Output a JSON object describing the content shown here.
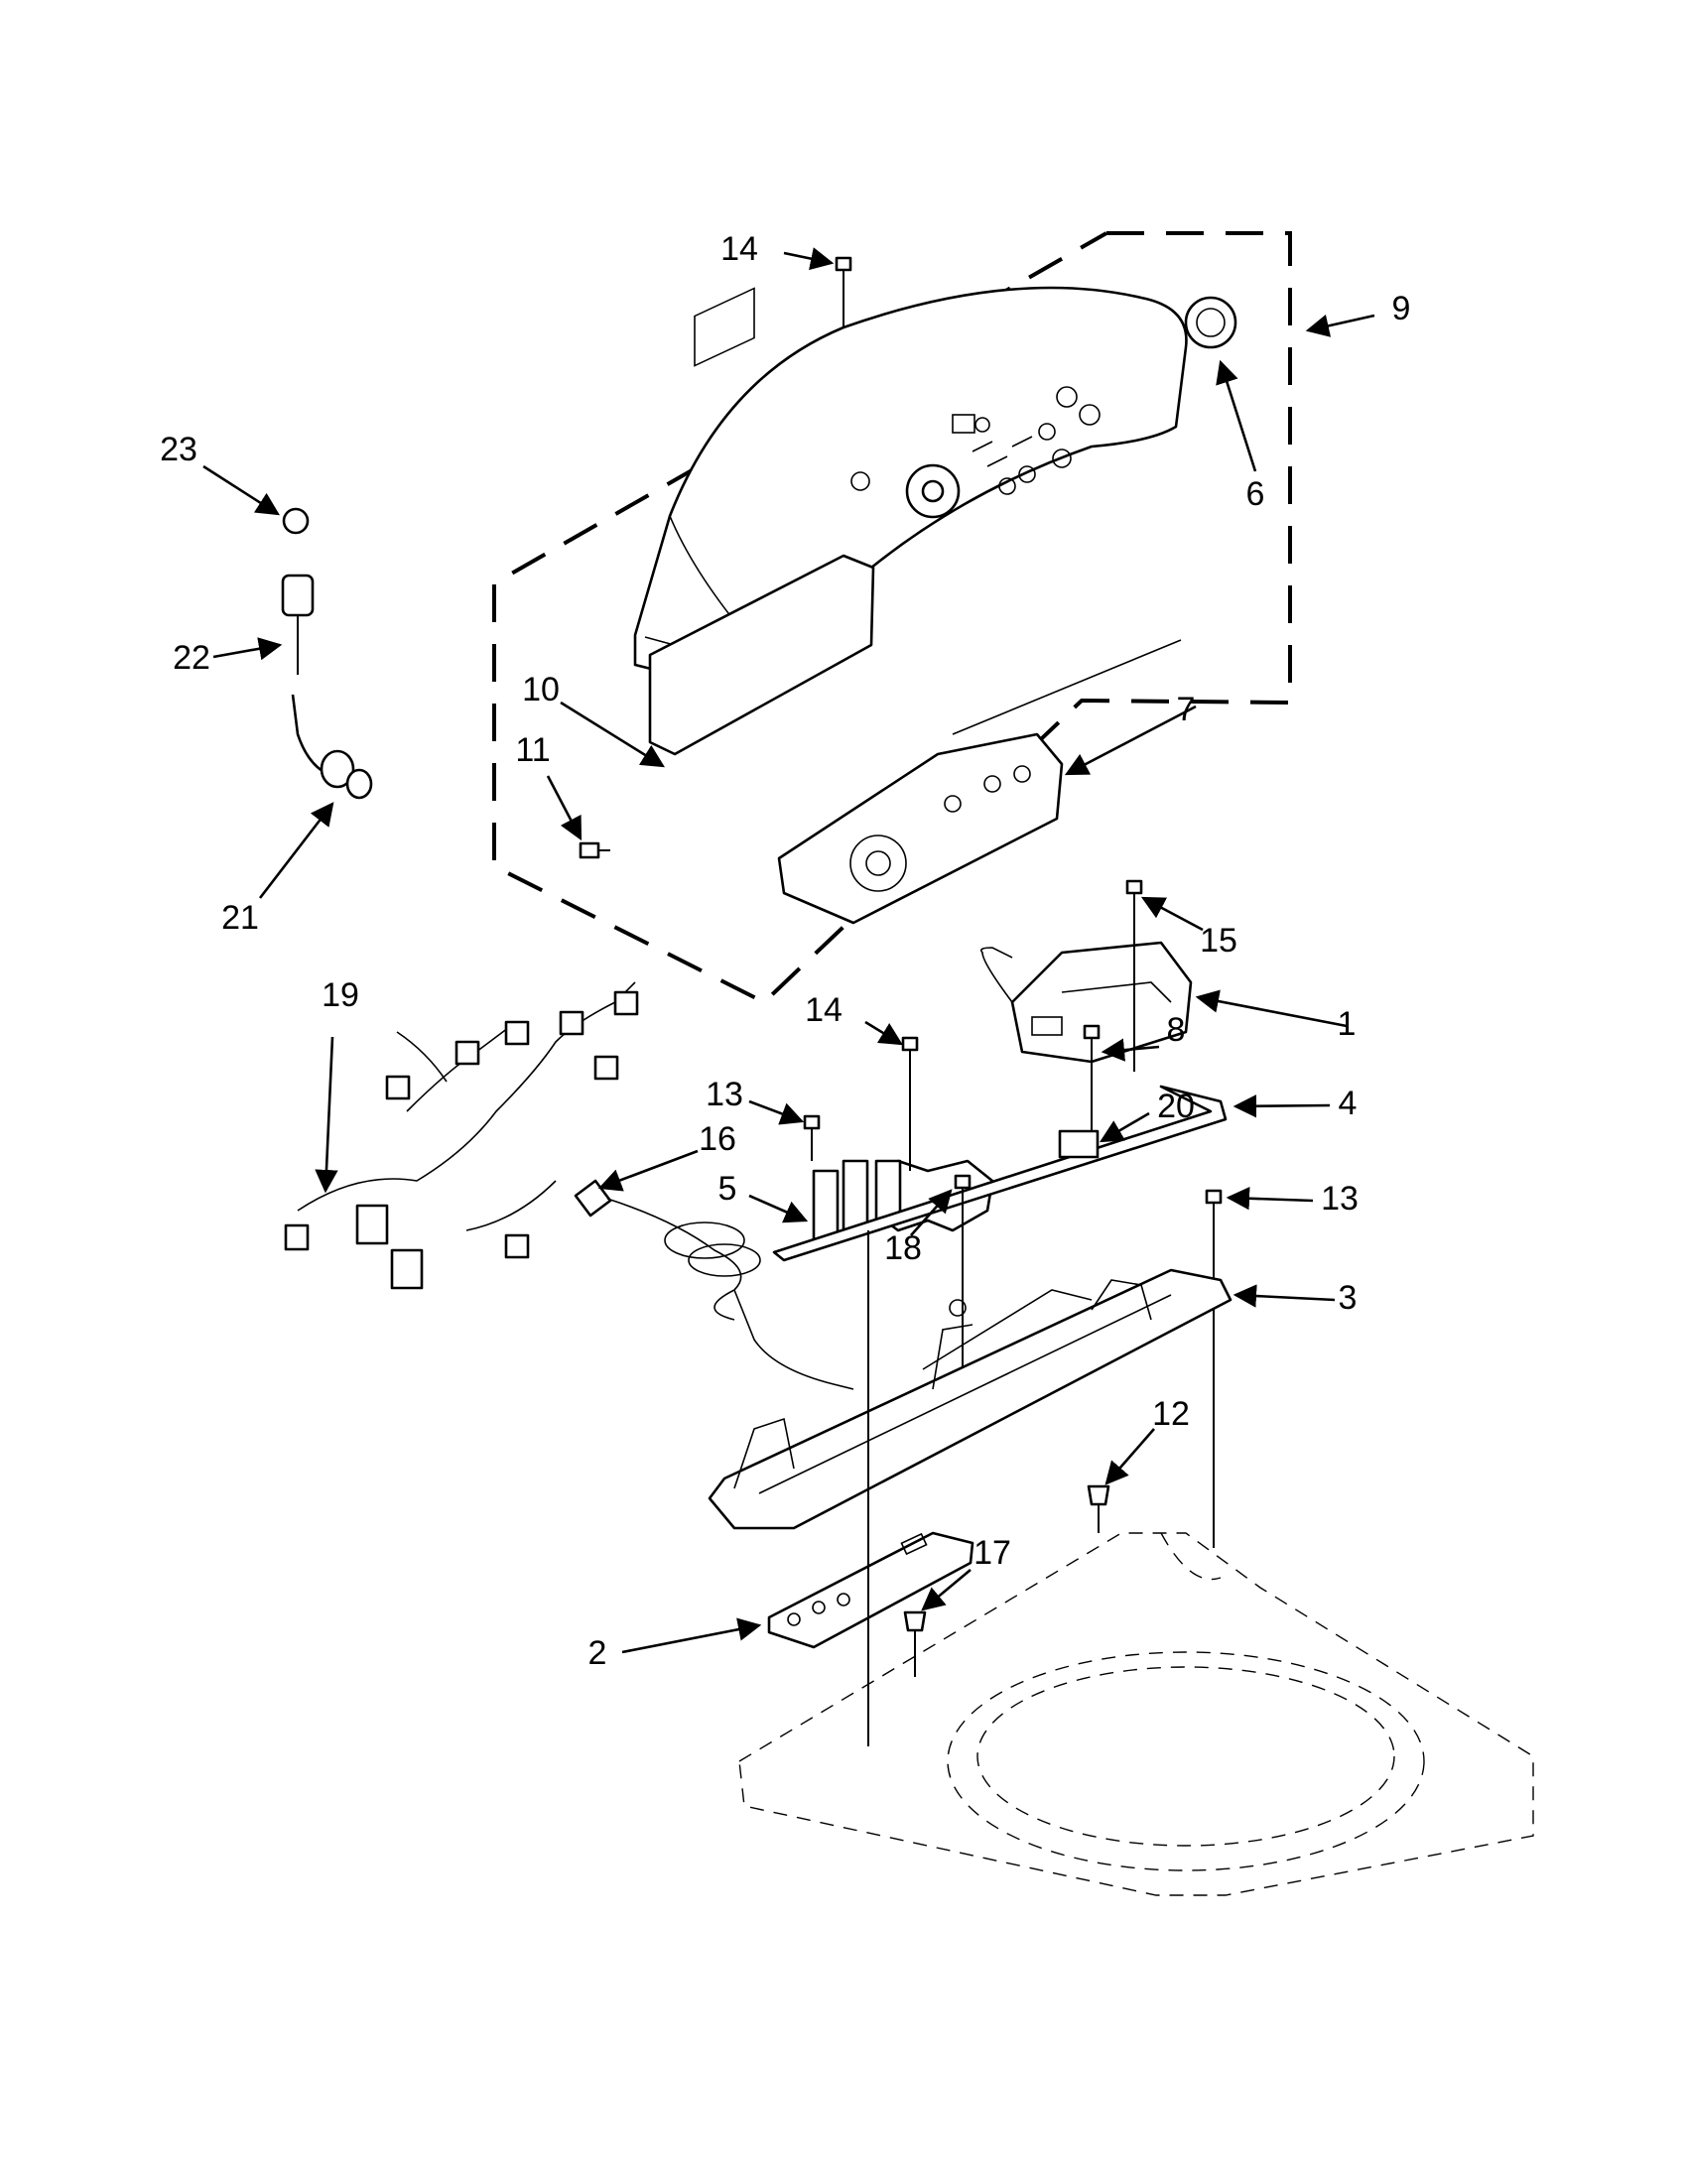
{
  "callouts": [
    {
      "id": "1",
      "text": "1"
    },
    {
      "id": "2",
      "text": "2"
    },
    {
      "id": "3",
      "text": "3"
    },
    {
      "id": "4",
      "text": "4"
    },
    {
      "id": "5",
      "text": "5"
    },
    {
      "id": "6",
      "text": "6"
    },
    {
      "id": "7",
      "text": "7"
    },
    {
      "id": "8",
      "text": "8"
    },
    {
      "id": "9",
      "text": "9"
    },
    {
      "id": "10",
      "text": "10"
    },
    {
      "id": "11",
      "text": "11"
    },
    {
      "id": "12",
      "text": "12"
    },
    {
      "id": "13a",
      "text": "13"
    },
    {
      "id": "13b",
      "text": "13"
    },
    {
      "id": "14a",
      "text": "14"
    },
    {
      "id": "14b",
      "text": "14"
    },
    {
      "id": "15",
      "text": "15"
    },
    {
      "id": "16",
      "text": "16"
    },
    {
      "id": "17",
      "text": "17"
    },
    {
      "id": "18",
      "text": "18"
    },
    {
      "id": "19",
      "text": "19"
    },
    {
      "id": "20",
      "text": "20"
    },
    {
      "id": "21",
      "text": "21"
    },
    {
      "id": "22",
      "text": "22"
    },
    {
      "id": "23",
      "text": "23"
    }
  ]
}
